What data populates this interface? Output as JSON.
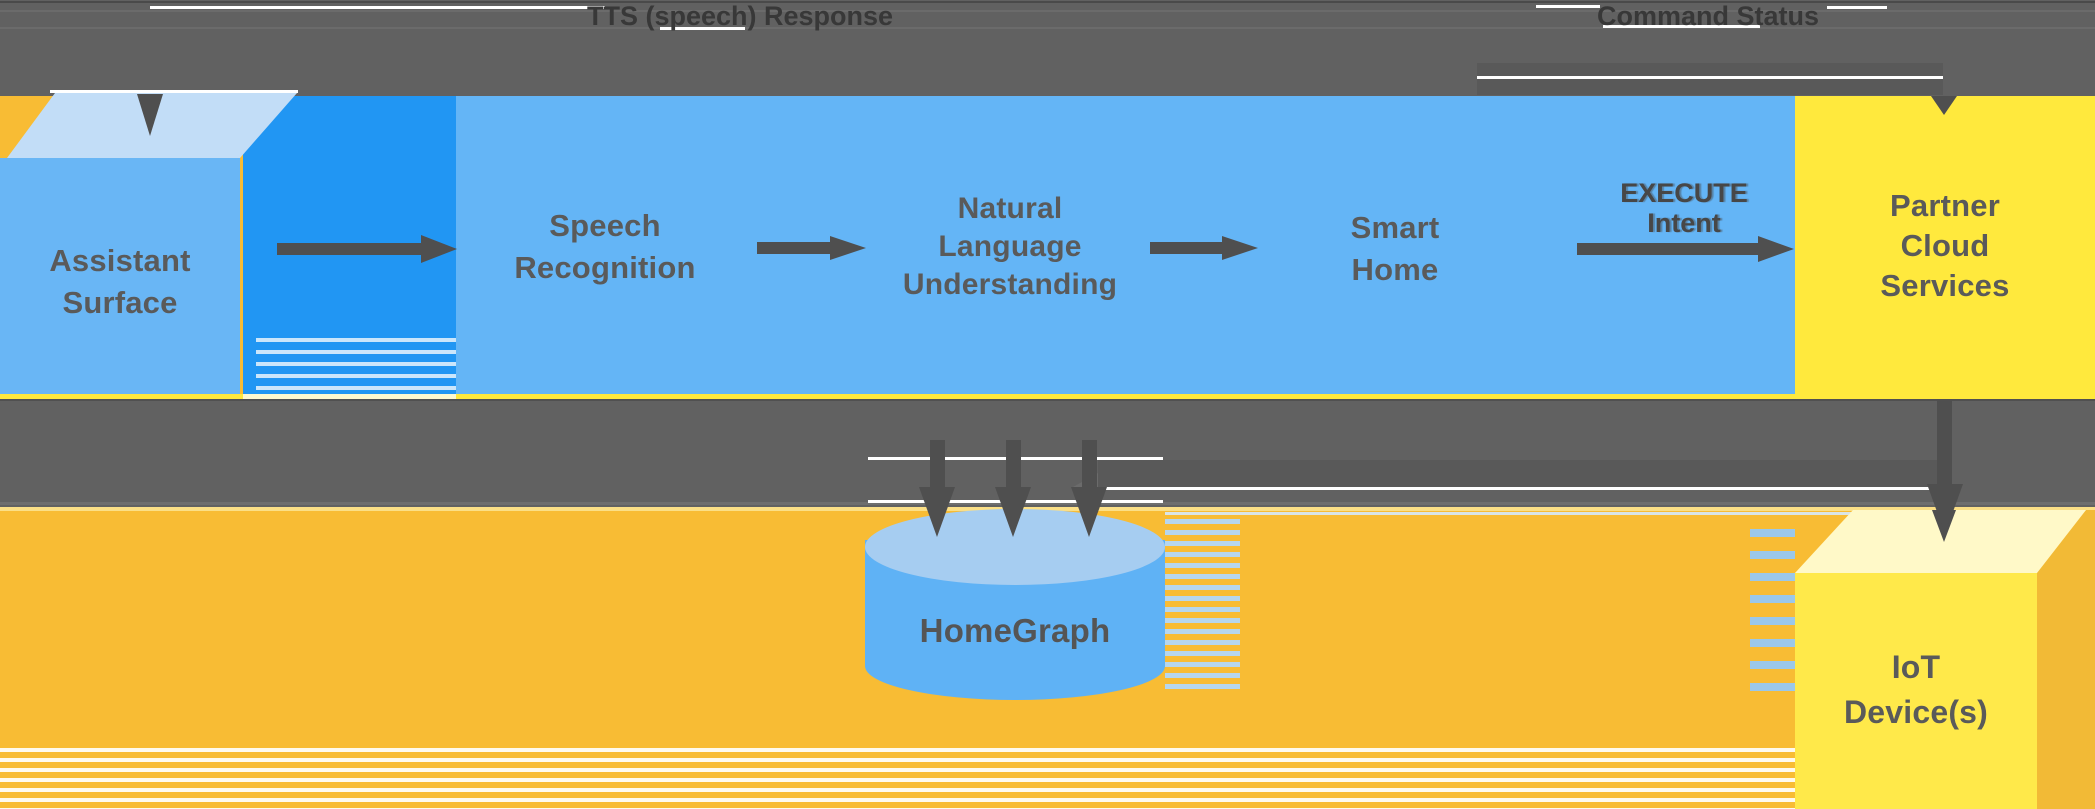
{
  "top_bar": {
    "tts_response_label": "TTS (speech) Response",
    "command_status_label": "Command Status"
  },
  "nodes": {
    "assistant_surface": {
      "label": "Assistant\nSurface"
    },
    "speech_recognition": {
      "label": "Speech\nRecognition"
    },
    "nlu": {
      "label": "Natural\nLanguage\nUnderstanding"
    },
    "smart_home": {
      "label": "Smart\nHome"
    },
    "partner_cloud": {
      "label": "Partner\nCloud\nServices"
    },
    "homegraph": {
      "label": "HomeGraph"
    },
    "iot_device": {
      "label": "IoT\nDevice(s)"
    }
  },
  "flow": {
    "intent_type": "EXECUTE",
    "intent_word": "Intent"
  },
  "colors": {
    "background_amber": "#F8BC34",
    "bar_gray": "#616161",
    "bar_band_gray": "#595959",
    "bar_text_gray": "#383838",
    "node_text_gray": "#5A5A5A",
    "arrow_gray": "#4F4F4F",
    "assistant_front_blue": "#69B6F5",
    "assistant_side_blue": "#2196F3",
    "assistant_lid_blue": "#C2DDF7",
    "pipeline_blue": "#64B5F6",
    "partner_yellow": "#FFE93D",
    "iot_front_yellow": "#FFE94A",
    "iot_lid_yellow": "#FFF9C8",
    "iot_side_amber": "#F2BA36",
    "homegraph_top_blue": "#A6CDF1",
    "homegraph_body_blue": "#5FB2F5"
  }
}
